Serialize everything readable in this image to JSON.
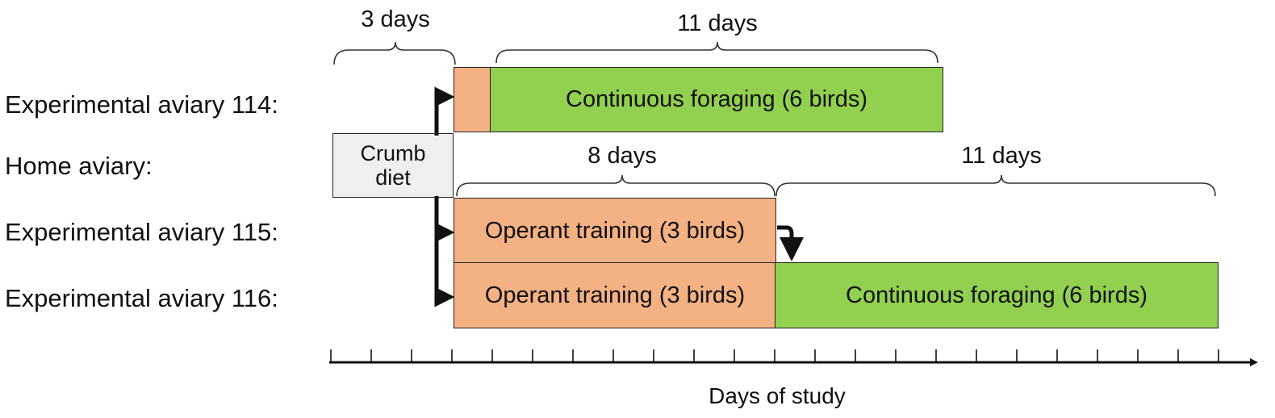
{
  "rows": {
    "aviary114": "Experimental aviary 114:",
    "home": "Home aviary:",
    "aviary115": "Experimental aviary 115:",
    "aviary116": "Experimental aviary 116:"
  },
  "bars": {
    "crumb_line1": "Crumb",
    "crumb_line2": "diet",
    "a114_foraging": "Continuous foraging (6 birds)",
    "a115_training": "Operant training (3 birds)",
    "a116_training": "Operant training (3 birds)",
    "a116_foraging": "Continuous foraging (6 birds)"
  },
  "durations": {
    "home_period": "3 days",
    "a114_period": "11 days",
    "training_period": "8 days",
    "a116_foraging_period": "11 days"
  },
  "axis": {
    "label": "Days of study"
  },
  "colors": {
    "training": "#f4b183",
    "foraging": "#92d050",
    "crumb": "#efefef"
  }
}
